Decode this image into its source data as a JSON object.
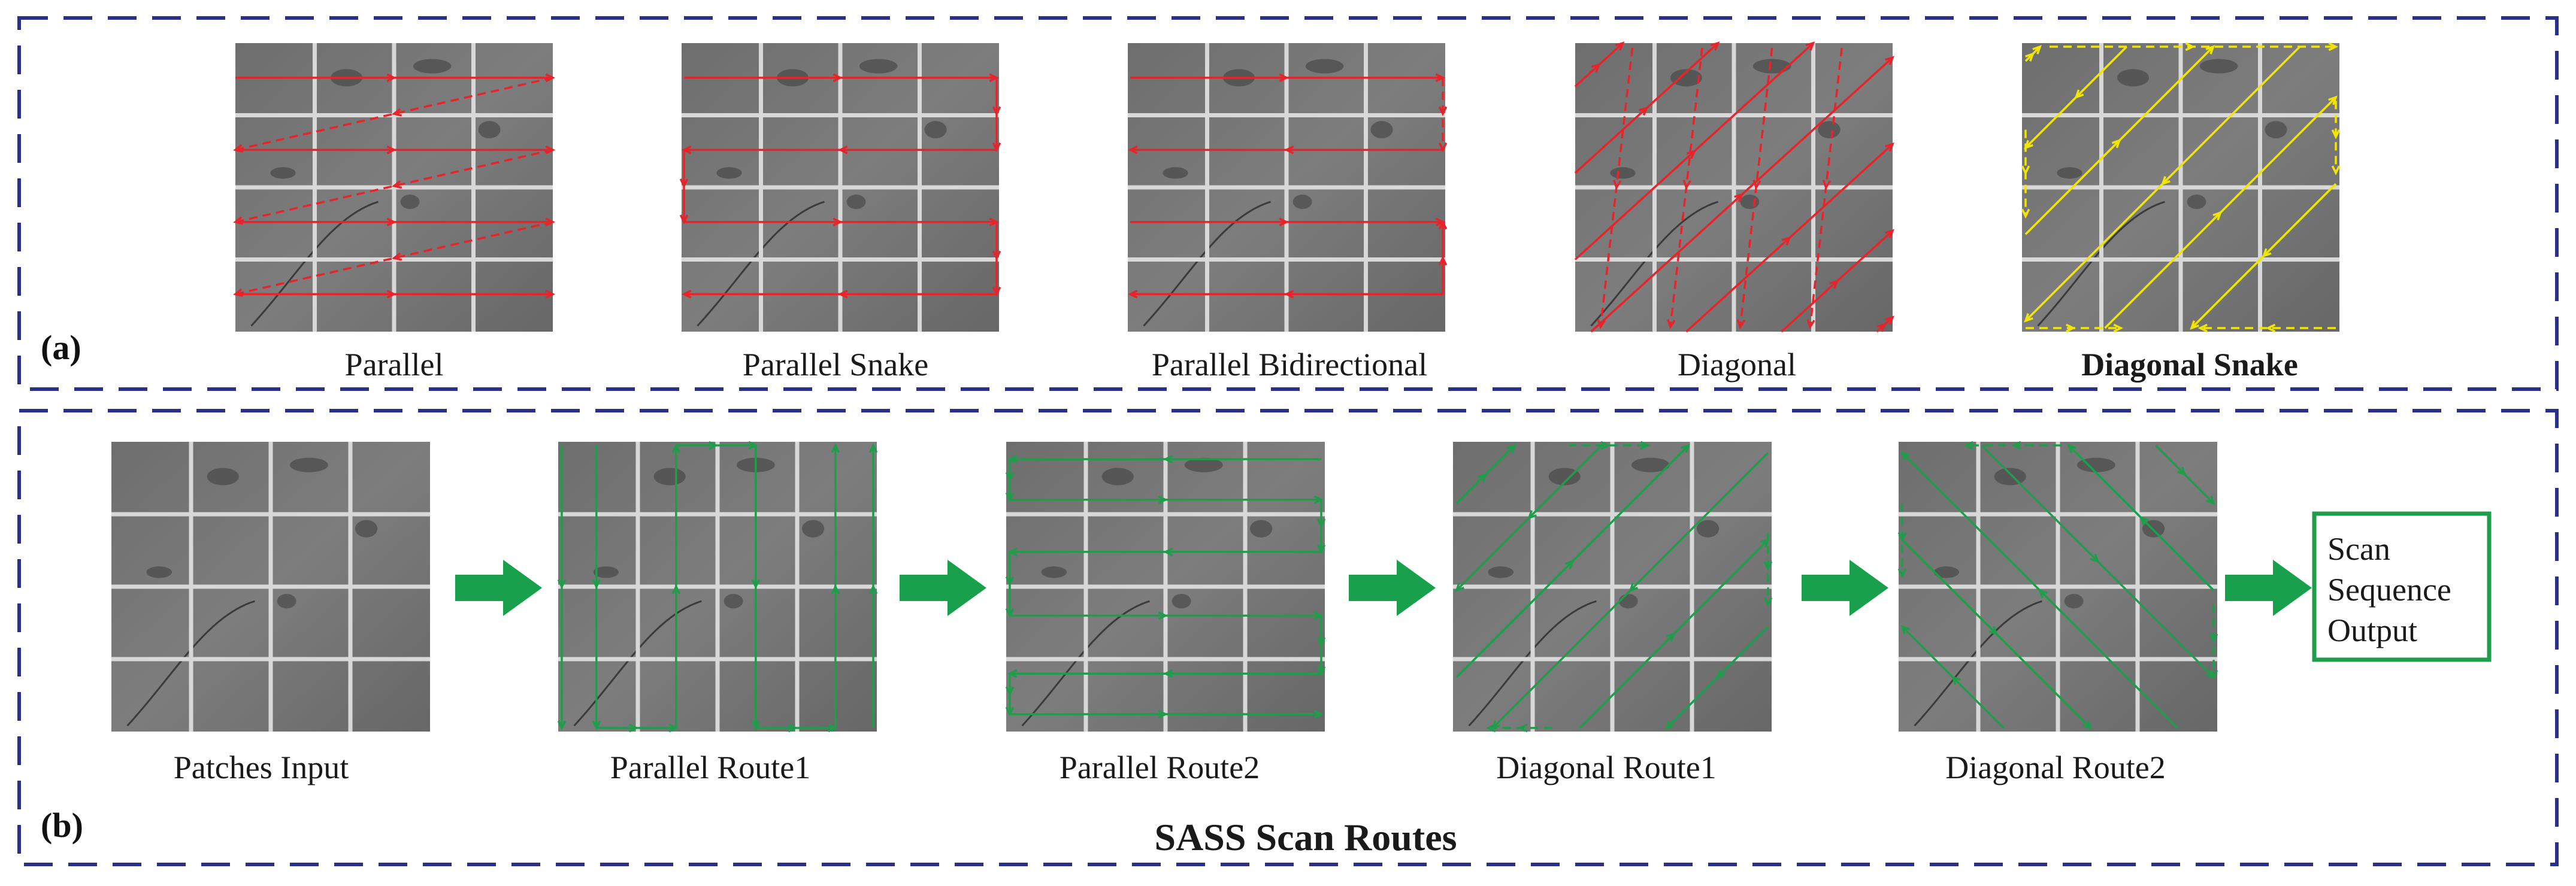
{
  "panels": {
    "a": {
      "tag": "(a)",
      "captions": [
        "Parallel",
        "Parallel Snake",
        "Parallel Bidirectional",
        "Diagonal",
        "Diagonal Snake"
      ]
    },
    "b": {
      "tag": "(b)",
      "captions": [
        "Patches Input",
        "Parallel Route1",
        "Parallel Route2",
        "Diagonal Route1",
        "Diagonal Route2"
      ],
      "output_box": [
        "Scan",
        "Sequence",
        "Output"
      ],
      "title": "SASS Scan Routes"
    }
  },
  "colors": {
    "frame": "#2a2f87",
    "route_red": "#e8232a",
    "route_yellow": "#f2e600",
    "route_green": "#1e9e4a",
    "block_arrow": "#18a04c",
    "caption_text": "#1a1a1a"
  },
  "icons": {
    "flow_arrow": "block-arrow-right-icon"
  }
}
